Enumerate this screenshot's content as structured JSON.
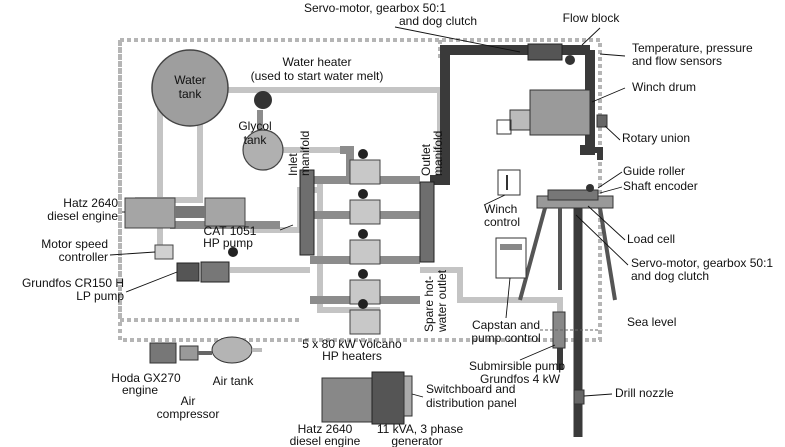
{
  "labels": {
    "servo_top_1": "Servo-motor, gearbox 50:1",
    "servo_top_2": "and dog clutch",
    "flow_block": "Flow block",
    "water_heater_1": "Water heater",
    "water_heater_2": "(used to start water melt)",
    "temp_sensors_1": "Temperature, pressure",
    "temp_sensors_2": "and flow sensors",
    "water_tank_1": "Water",
    "water_tank_2": "tank",
    "winch_drum": "Winch drum",
    "glycol_1": "Glycol",
    "glycol_2": "tank",
    "inlet_1": "Inlet",
    "inlet_2": "manifold",
    "outlet_1": "Outlet",
    "outlet_2": "manifold",
    "rotary_union": "Rotary union",
    "hatz_top_1": "Hatz 2640",
    "hatz_top_2": "diesel engine",
    "guide_roller": "Guide roller",
    "shaft_encoder": "Shaft encoder",
    "winch_control_1": "Winch",
    "winch_control_2": "control",
    "cat_pump_1": "CAT 1051",
    "cat_pump_2": "HP pump",
    "load_cell": "Load cell",
    "motor_speed_1": "Motor speed",
    "motor_speed_2": "controller",
    "servo_right_1": "Servo-motor, gearbox 50:1",
    "servo_right_2": "and dog clutch",
    "grundfos_lp_1": "Grundfos CR150 H",
    "grundfos_lp_2": "LP pump",
    "sea_level": "Sea level",
    "capstan_1": "Capstan and",
    "capstan_2": "pump control",
    "spare_outlet_1": "Spare hot-",
    "spare_outlet_2": "water outlet",
    "heaters_1": "5 x 80 kW Volcano",
    "heaters_2": "HP heaters",
    "sub_pump_1": "Submirsible pump",
    "sub_pump_2": "Grundfos 4 kW",
    "hoda_1": "Hoda GX270",
    "hoda_2": "engine",
    "air_tank": "Air tank",
    "drill_nozzle": "Drill nozzle",
    "air_comp_1": "Air",
    "air_comp_2": "compressor",
    "switchboard_1": "Switchboard and",
    "switchboard_2": "distribution panel",
    "hatz_bottom_1": "Hatz 2640",
    "hatz_bottom_2": "diesel engine",
    "generator_1": "11 kVA, 3 phase",
    "generator_2": "generator"
  }
}
